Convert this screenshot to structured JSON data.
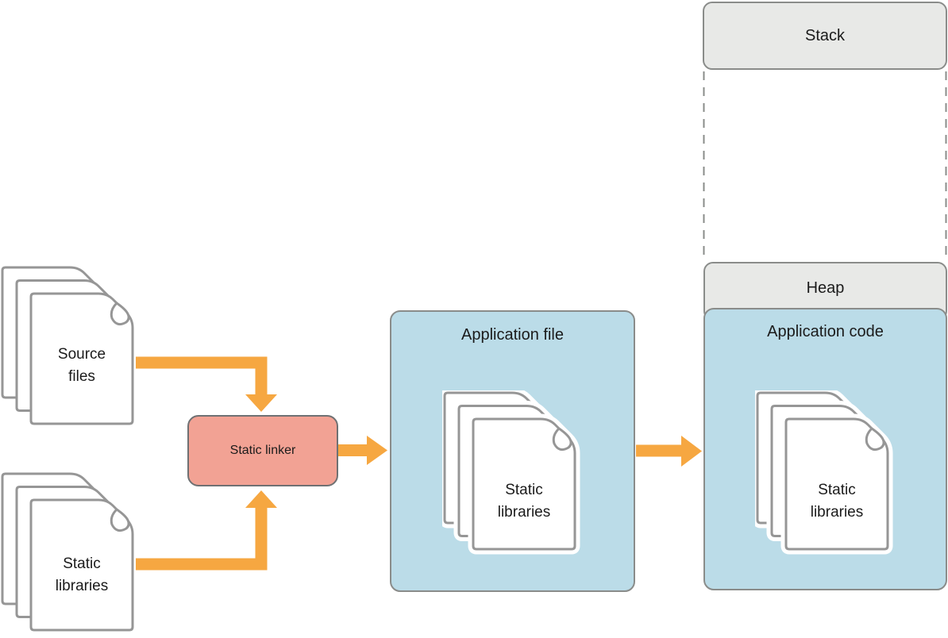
{
  "memory_map": {
    "stack_label": "Stack",
    "heap_label": "Heap",
    "app_code_title": "Application code",
    "app_code_stack": {
      "line1": "Static",
      "line2": "libraries"
    }
  },
  "pipeline": {
    "source_stack": {
      "line1": "Source",
      "line2": "files"
    },
    "libraries_stack": {
      "line1": "Static",
      "line2": "libraries"
    },
    "linker_label": "Static linker",
    "app_file_title": "Application file",
    "app_file_stack": {
      "line1": "Static",
      "line2": "libraries"
    }
  },
  "colors": {
    "arrow_orange": "#F6A741",
    "linker_fill": "#F2A294",
    "memory_header_fill": "#E8E9E7",
    "blue_fill": "#BBDCE8",
    "doc_stroke": "#969696",
    "box_border": "#8A8C8A"
  }
}
